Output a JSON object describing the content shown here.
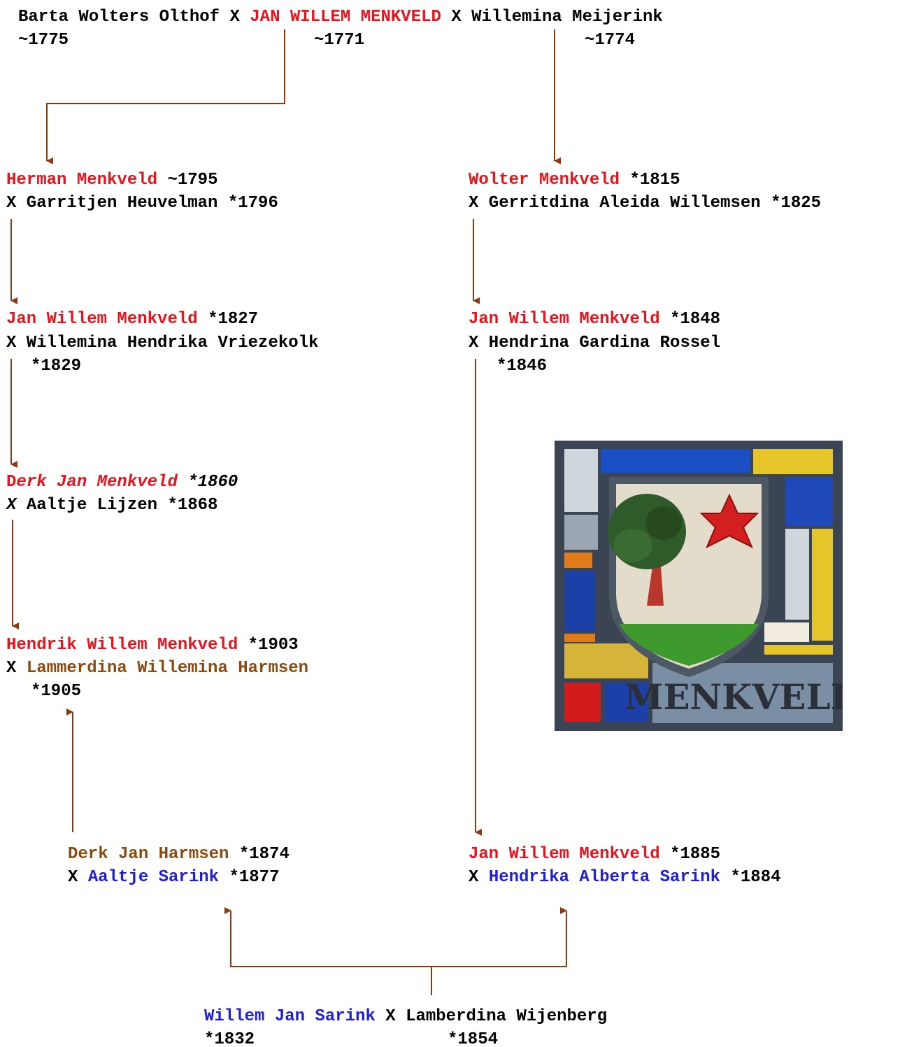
{
  "top": {
    "p1_name": "Barta Wolters Olthof",
    "x1": "X",
    "p2_name": "JAN WILLEM MENKVELD",
    "x2": "X",
    "p3_name": "Willemina Meijerink",
    "p1_date": "~1775",
    "p2_date": "~1771",
    "p3_date": "~1774"
  },
  "herman": {
    "name": "Herman Menkveld",
    "date": "~1795",
    "spouse_line": "X Garritjen Heuvelman *1796"
  },
  "wolter": {
    "name": "Wolter Menkveld",
    "date": "*1815",
    "spouse_line": "X Gerritdina Aleida Willemsen *1825"
  },
  "jw1827": {
    "name": "Jan Willem Menkveld",
    "date": "*1827",
    "spouse_line": "X Willemina Hendrika Vriezekolk",
    "spouse_date": "*1829"
  },
  "jw1848": {
    "name": "Jan Willem Menkveld",
    "date": "*1848",
    "spouse_line": "X Hendrina Gardina Rossel",
    "spouse_date": "*1846"
  },
  "derk": {
    "name_d": "D",
    "name_rest": "erk Jan Menkveld",
    "date": "*1860",
    "x": "X",
    "spouse": "Aaltje Lijzen *1868"
  },
  "hendrik": {
    "name": "Hendrik Willem Menkveld",
    "date": "*1903",
    "x": "X",
    "spouse": "Lammerdina Willemina Harmsen",
    "spouse_date": "*1905"
  },
  "harmsen": {
    "name": "Derk Jan Harmsen",
    "date": "*1874",
    "x": "X",
    "spouse": "Aaltje Sarink",
    "spouse_date": "*1877"
  },
  "jw1885": {
    "name": "Jan Willem Menkveld",
    "date": "*1885",
    "x": "X",
    "spouse": "Hendrika Alberta Sarink",
    "spouse_date": "*1884"
  },
  "sarink": {
    "name": "Willem Jan Sarink",
    "x": "X",
    "spouse": "Lamberdina Wijenberg",
    "date1": "*1832",
    "date2": "*1854"
  },
  "crest": {
    "word": "MENKVELD",
    "icons": [
      "tree-icon",
      "star-icon"
    ]
  },
  "colors": {
    "red": "#e8141c",
    "brown": "#8b4a12",
    "blue": "#1f1fd6",
    "arrow": "#8b3a10"
  }
}
